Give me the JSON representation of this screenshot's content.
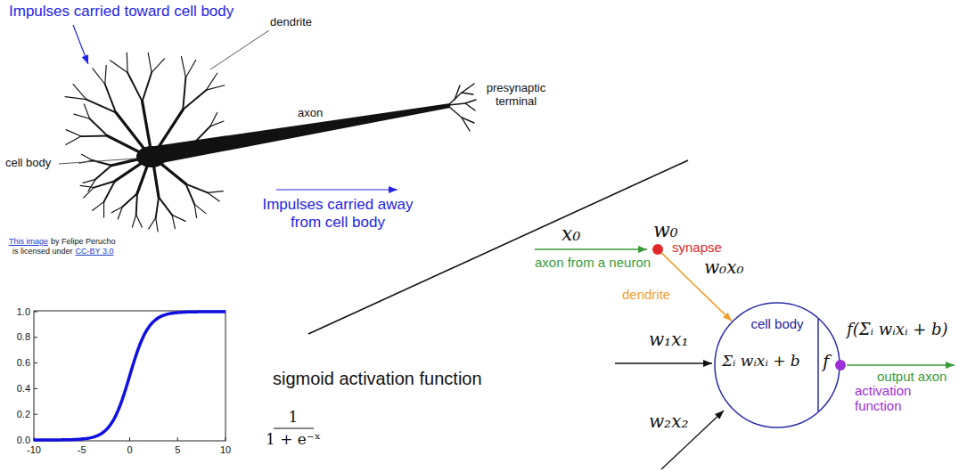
{
  "diagram": {
    "nodes": [
      {
        "text": [
          "synapse"
        ]
      },
      {
        "text": [
          "cell body",
          "Σᵢ wᵢxᵢ + b",
          "f"
        ]
      },
      {
        "text": [
          "activation function"
        ]
      }
    ],
    "edges": [
      {
        "from": 0,
        "to": 1,
        "arrow": "to"
      }
    ],
    "labels": [
      "Impulses carried toward cell body",
      "dendrite",
      "presynaptic terminal",
      "axon",
      "cell body",
      "Impulses carried away from cell body",
      "This image",
      "by Felipe Perucho",
      "is licensed under",
      "CC-BY 3.0",
      "1.0",
      "0.8",
      "0.6",
      "0.4",
      "0.2",
      "0.0",
      "-10",
      "-5",
      "0",
      "5",
      "10",
      "sigmoid activation function",
      "1",
      "1 + e⁻ˣ",
      "x₀",
      "w₀",
      "axon from a neuron",
      "w₀x₀",
      "dendrite",
      "w₁x₁",
      "w₂x₂",
      "f(Σᵢ wᵢxᵢ + b)",
      "output axon"
    ]
  }
}
